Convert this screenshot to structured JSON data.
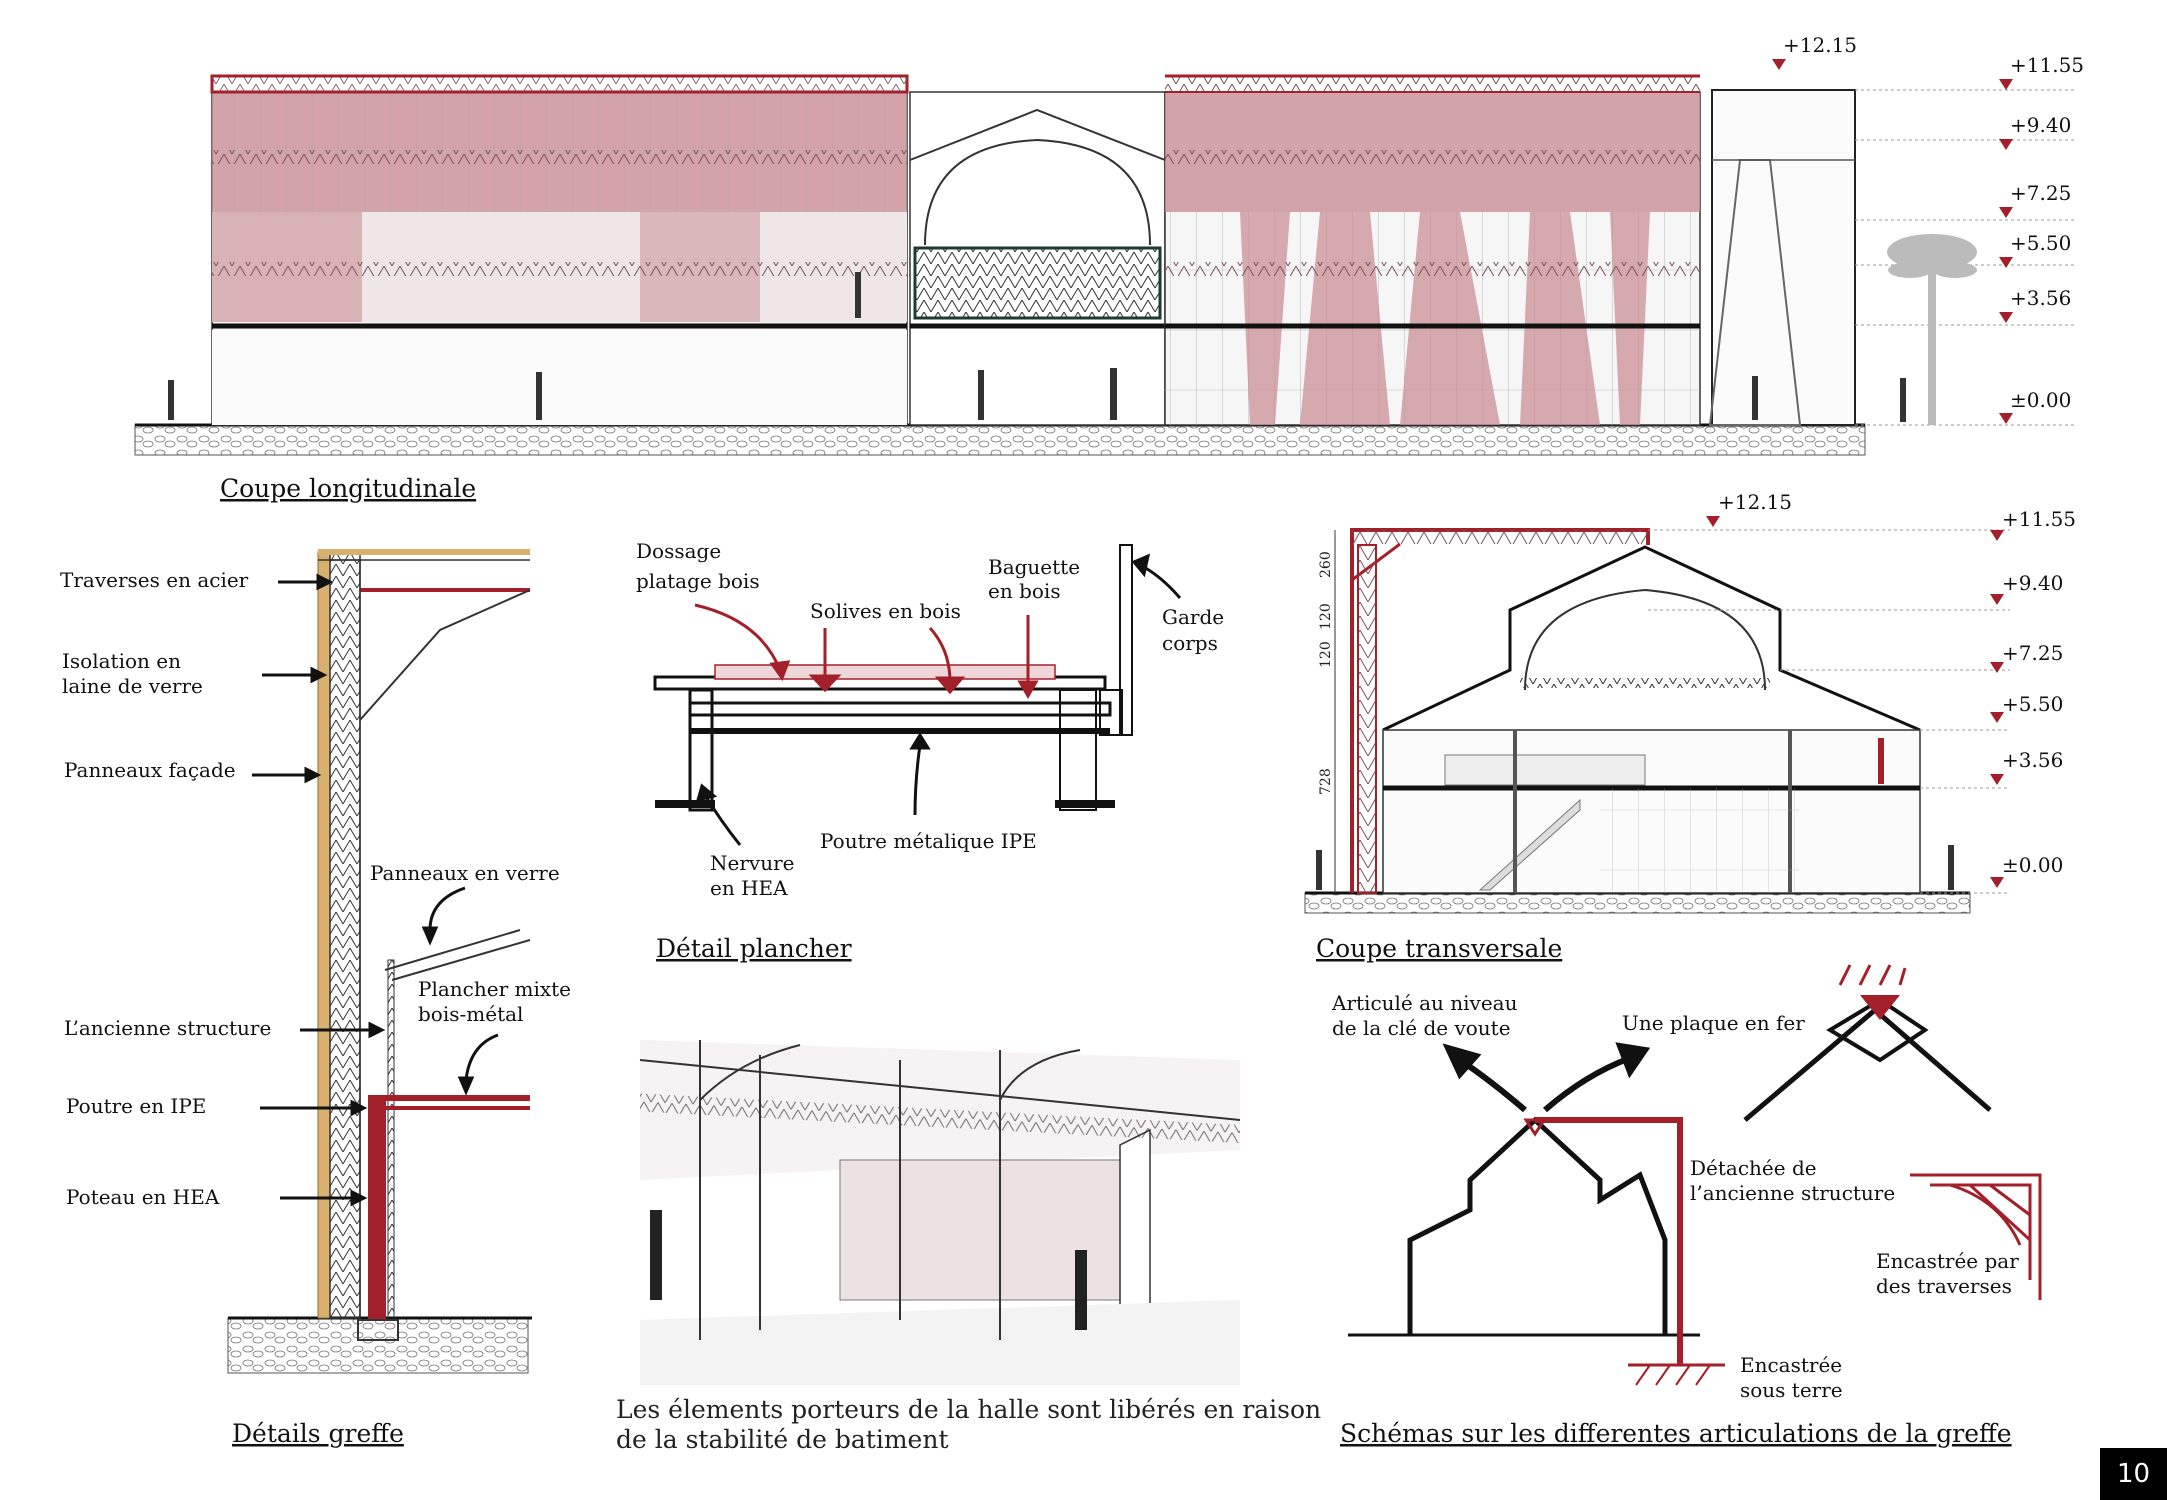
{
  "colors": {
    "accent": "#a3202a",
    "panel": "#c98f96",
    "line": "#111111"
  },
  "sections": {
    "longitudinal": {
      "caption": "Coupe longitudinale",
      "levels": [
        "+12.15",
        "+11.55",
        "+9.40",
        "+7.25",
        "+5.50",
        "+3.56",
        "±0.00"
      ]
    },
    "transversal": {
      "caption": "Coupe transversale",
      "levels": [
        "+12.15",
        "+11.55",
        "+9.40",
        "+7.25",
        "+5.50",
        "+3.56",
        "±0.00"
      ],
      "dims": [
        "260",
        "120",
        "120",
        "728"
      ]
    },
    "greffe": {
      "caption": "Détails greffe",
      "labels": {
        "traverses": "Traverses en acier",
        "isolation_1": "Isolation en",
        "isolation_2": "laine de verre",
        "panneaux_facade": "Panneaux façade",
        "panneaux_verre": "Panneaux en verre",
        "plancher_1": "Plancher mixte",
        "plancher_2": "bois-métal",
        "ancienne": "L’ancienne structure",
        "poutre_ipe": "Poutre en IPE",
        "poteau_hea": "Poteau en HEA"
      }
    },
    "plancher": {
      "caption": "Détail plancher",
      "labels": {
        "dossage_1": "Dossage",
        "dossage_2": "platage bois",
        "solives": "Solives en bois",
        "baguette_1": "Baguette",
        "baguette_2": "en bois",
        "garde_1": "Garde",
        "garde_2": "corps",
        "nervure_1": "Nervure",
        "nervure_2": "en HEA",
        "poutre": "Poutre métalique IPE"
      }
    },
    "perspective": {
      "note_1": "Les élements porteurs de la halle sont libérés en raison",
      "note_2": "de la stabilité de batiment"
    },
    "articulations": {
      "caption": "Schémas sur les differentes articulations de la greffe",
      "labels": {
        "articule_1": "Articulé au niveau",
        "articule_2": "de la clé de voute",
        "plaque": "Une plaque en fer",
        "detachee_1": "Détachée de",
        "detachee_2": "l’ancienne structure",
        "encastree_trav_1": "Encastrée par",
        "encastree_trav_2": "des traverses",
        "encastree_sol_1": "Encastrée",
        "encastree_sol_2": "sous terre"
      }
    }
  },
  "page_number": "10"
}
